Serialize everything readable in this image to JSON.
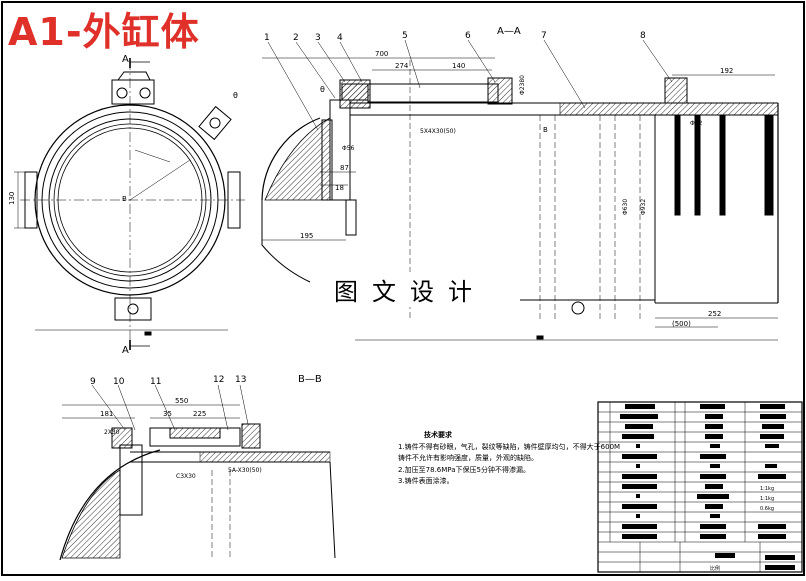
{
  "title_banner": {
    "text": "A1-外缸体",
    "color": "#e0302a"
  },
  "watermark": {
    "text": "图文设计"
  },
  "section_labels": {
    "aa": "A—A",
    "bb": "B—B",
    "a_top": "A",
    "a_bottom": "A"
  },
  "view_labels": {
    "b_center": "B",
    "theta": "θ",
    "b_arrow": "B"
  },
  "part_balloons": [
    "1",
    "2",
    "3",
    "4",
    "5",
    "6",
    "7",
    "8",
    "9",
    "10",
    "11",
    "12",
    "13"
  ],
  "dims_left": {
    "d130": "130"
  },
  "dims_aa": {
    "d700": "700",
    "d274": "274",
    "d140": "140",
    "d192": "192",
    "d195": "195",
    "d87": "87",
    "d18": "18",
    "d56": "Φ56",
    "d12": "Φ12",
    "d500": "(500)",
    "d252": "252",
    "d_sq": "5X4X30(50)",
    "d2380": "Φ2380",
    "d630": "Φ630",
    "d932": "Φ932",
    "d6": "θ",
    "d_b": "B"
  },
  "dims_bb": {
    "d550": "550",
    "d181": "181",
    "d35": "35",
    "d225": "225",
    "d1": "2X30",
    "d2": "5A-X30(50)",
    "d3": "C3X30"
  },
  "tech_req": {
    "title": "技术要求",
    "items": [
      "1.铸件不得有砂眼，气孔，裂纹等缺陷，铸件壁厚均匀，不得大于600M",
      "  铸件不允许有影响强度，质量，外观的缺陷。",
      "2.加压至78.6MPa下保压5分钟不得渗漏。",
      "3.铸件表面涂漆。"
    ]
  },
  "title_block": {
    "scale_a": "1:1kg",
    "scale_b": "1:1kg",
    "scale_c": "0.6kg",
    "bottom": "比例"
  },
  "colors": {
    "line": "#000000",
    "banner": "#e0302a"
  }
}
